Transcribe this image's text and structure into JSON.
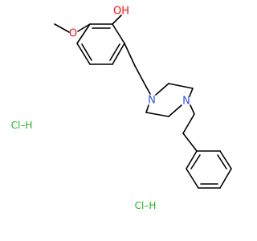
{
  "labels": {
    "hydroxyl": "OH",
    "methoxy_o": "O",
    "piperazine_n1": "N",
    "piperazine_n2": "N",
    "salt_1": "Cl–H",
    "salt_2": "Cl–H"
  },
  "colors": {
    "oxygen": "#ff0d0d",
    "nitrogen": "#3050f8",
    "chlorine": "#1fb31f",
    "bond": "#000000",
    "background": "#ffffff"
  }
}
